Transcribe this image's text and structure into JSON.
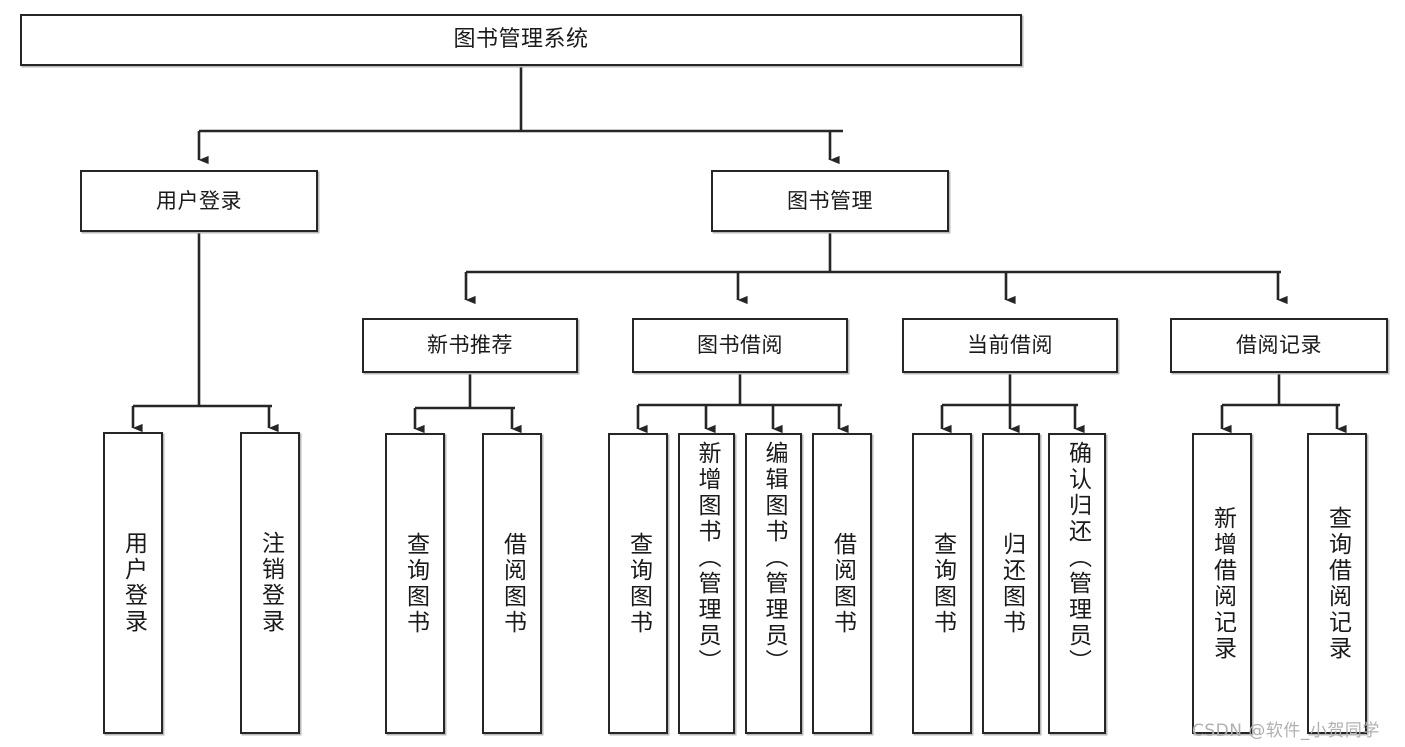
{
  "diagram": {
    "title": "图书管理系统",
    "type": "tree-hierarchy-chart",
    "watermark": "CSDN @软件_小贺同学",
    "colors": {
      "box_border": "#262626",
      "box_fill": "#ffffff",
      "edge": "#262626",
      "text": "#1a1a1a",
      "watermark": "#b0b0b0",
      "shadow": "#b9b9b9"
    },
    "nodes": {
      "root": {
        "label": "图书管理系统"
      },
      "level2": [
        {
          "id": "user-login",
          "label": "用户登录"
        },
        {
          "id": "book-manage",
          "label": "图书管理"
        }
      ],
      "level3": [
        {
          "id": "new-book-recommend",
          "label": "新书推荐"
        },
        {
          "id": "book-borrow",
          "label": "图书借阅"
        },
        {
          "id": "current-borrow",
          "label": "当前借阅"
        },
        {
          "id": "borrow-record",
          "label": "借阅记录"
        }
      ],
      "leaves": {
        "user-login": [
          {
            "id": "leaf-user-login",
            "label": "用户登录"
          },
          {
            "id": "leaf-user-logout",
            "label": "注销登录"
          }
        ],
        "new-book-recommend": [
          {
            "id": "leaf-query-book-1",
            "label": "查询图书"
          },
          {
            "id": "leaf-borrow-book-1",
            "label": "借阅图书"
          }
        ],
        "book-borrow": [
          {
            "id": "leaf-query-book-2",
            "label": "查询图书"
          },
          {
            "id": "leaf-add-book",
            "label": "新增图书（管理员）"
          },
          {
            "id": "leaf-edit-book",
            "label": "编辑图书（管理员）"
          },
          {
            "id": "leaf-borrow-book-2",
            "label": "借阅图书"
          }
        ],
        "current-borrow": [
          {
            "id": "leaf-query-book-3",
            "label": "查询图书"
          },
          {
            "id": "leaf-return-book",
            "label": "归还图书"
          },
          {
            "id": "leaf-confirm-return",
            "label": "确认归还（管理员）"
          }
        ],
        "borrow-record": [
          {
            "id": "leaf-add-record",
            "label": "新增借阅记录"
          },
          {
            "id": "leaf-query-record",
            "label": "查询借阅记录"
          }
        ]
      }
    }
  }
}
